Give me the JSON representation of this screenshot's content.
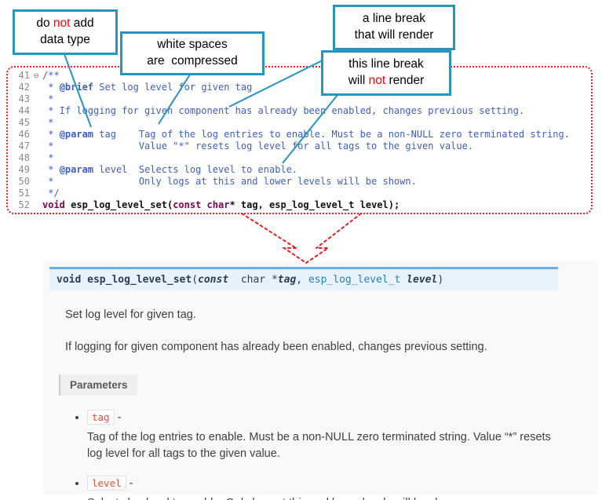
{
  "colors": {
    "callout_border": "#2596be",
    "connector": "#2596be",
    "red": "#ec1c24",
    "not_red": "#fe0000",
    "comment_blue": "#3F5FBF",
    "keyword_purple": "#7F0055",
    "sig_bg": "#e7f2fa",
    "sig_border": "#6ab0de",
    "param_chip_red": "#e74c3c",
    "doc_bg": "#f9f9f9"
  },
  "callouts": [
    {
      "id": "no-datatype",
      "lines": [
        [
          {
            "t": "do "
          },
          {
            "t": "not",
            "red": true
          },
          {
            "t": " add"
          }
        ],
        [
          {
            "t": "data type"
          }
        ]
      ]
    },
    {
      "id": "whitespace-compressed",
      "lines": [
        [
          {
            "t": "white spaces"
          }
        ],
        [
          {
            "t": "are  compressed"
          }
        ]
      ]
    },
    {
      "id": "line-break-renders",
      "lines": [
        [
          {
            "t": "a line break"
          }
        ],
        [
          {
            "t": "that will render"
          }
        ]
      ]
    },
    {
      "id": "line-break-not-render",
      "lines": [
        [
          {
            "t": "this line break"
          }
        ],
        [
          {
            "t": "will "
          },
          {
            "t": "not",
            "red": true
          },
          {
            "t": " render"
          }
        ]
      ]
    }
  ],
  "editor": {
    "lines": [
      {
        "num": "41",
        "fold": "⊖",
        "segments": [
          {
            "t": "/**",
            "c": "cmt"
          }
        ]
      },
      {
        "num": "42",
        "segments": [
          {
            "t": " * ",
            "c": "cmt"
          },
          {
            "t": "@brief",
            "c": "doctag"
          },
          {
            "t": " Set log level for given tag",
            "c": "cmt"
          }
        ]
      },
      {
        "num": "43",
        "segments": [
          {
            "t": " *",
            "c": "cmt"
          }
        ]
      },
      {
        "num": "44",
        "segments": [
          {
            "t": " * If logging for given component has already been enabled, changes previous setting.",
            "c": "cmt"
          }
        ]
      },
      {
        "num": "45",
        "segments": [
          {
            "t": " *",
            "c": "cmt"
          }
        ]
      },
      {
        "num": "46",
        "segments": [
          {
            "t": " * ",
            "c": "cmt"
          },
          {
            "t": "@param",
            "c": "doctag"
          },
          {
            "t": " tag    Tag of the log entries to enable. Must be a non-NULL zero terminated string.",
            "c": "cmt"
          }
        ]
      },
      {
        "num": "47",
        "segments": [
          {
            "t": " *               Value \"*\" resets log level for all tags to the given value.",
            "c": "cmt"
          }
        ]
      },
      {
        "num": "48",
        "segments": [
          {
            "t": " *",
            "c": "cmt"
          }
        ]
      },
      {
        "num": "49",
        "segments": [
          {
            "t": " * ",
            "c": "cmt"
          },
          {
            "t": "@param",
            "c": "doctag"
          },
          {
            "t": " level  Selects log level to enable.",
            "c": "cmt"
          }
        ]
      },
      {
        "num": "50",
        "segments": [
          {
            "t": " *               Only logs at this and lower levels will be shown.",
            "c": "cmt"
          }
        ]
      },
      {
        "num": "51",
        "segments": [
          {
            "t": " */",
            "c": "cmt"
          }
        ]
      },
      {
        "num": "52",
        "segments": [
          {
            "t": "void",
            "c": "kw"
          },
          {
            "t": " esp_log_level_set(",
            "c": "idn"
          },
          {
            "t": "const",
            "c": "kw"
          },
          {
            "t": " ",
            "c": "idn"
          },
          {
            "t": "char",
            "c": "kw"
          },
          {
            "t": "* tag, esp_log_level_t level);",
            "c": "idn"
          }
        ]
      }
    ]
  },
  "doc": {
    "signature": [
      {
        "t": "void",
        "c": "s-kw"
      },
      {
        "t": " ",
        "c": "s-plain"
      },
      {
        "t": "esp_log_level_set",
        "c": "s-name"
      },
      {
        "t": "(",
        "c": "s-plain"
      },
      {
        "t": "const",
        "c": "s-kwi"
      },
      {
        "t": "  char *",
        "c": "s-plain"
      },
      {
        "t": "tag",
        "c": "s-param"
      },
      {
        "t": ", ",
        "c": "s-plain"
      },
      {
        "t": "esp_log_level_t",
        "c": "s-type"
      },
      {
        "t": " ",
        "c": "s-plain"
      },
      {
        "t": "level",
        "c": "s-param"
      },
      {
        "t": ")",
        "c": "s-plain"
      }
    ],
    "paragraphs": [
      "Set log level for given tag.",
      "If logging for given component has already been enabled, changes previous setting."
    ],
    "parameters_label": "Parameters",
    "params": [
      {
        "name": "tag",
        "sep": " -",
        "desc": "Tag of the log entries to enable. Must be a non-NULL zero terminated string. Value “*” resets log level for all tags to the given value."
      },
      {
        "name": "level",
        "sep": " -",
        "desc": "Selects log level to enable. Only logs at this and lower levels will be shown."
      }
    ]
  }
}
